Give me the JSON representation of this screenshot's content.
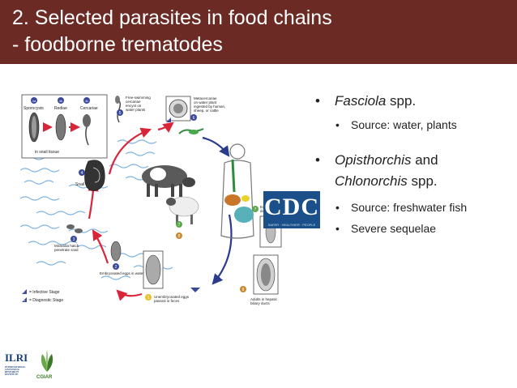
{
  "slide": {
    "title_line1": "2. Selected parasites in food chains",
    "title_line2": "- foodborne trematodes",
    "colors": {
      "header": "#6b2a24",
      "text": "#222222",
      "cdc_blue": "#1a4f8a",
      "arrow_red": "#d8253a",
      "arrow_blue": "#2a3a8c"
    }
  },
  "bullets": [
    {
      "italic": "Fasciola",
      "rest": " spp.",
      "sub": [
        "Source: water, plants"
      ]
    },
    {
      "italic": "Opisthorchis",
      "middle": " and ",
      "italic2": "Chlonorchis",
      "rest": " spp.",
      "sub": [
        "Source: freshwater fish",
        "Severe sequelae"
      ]
    }
  ],
  "bullet_symbol": "•",
  "diagram": {
    "labels": {
      "sporocysts": "Sporocysts",
      "rediae": "Rediae",
      "cercariae": "Cercariae",
      "in_snail": "in snail tissue",
      "free_swim": [
        "Free-swimming",
        "cercariae",
        "encyst on",
        "water plants"
      ],
      "metacercariae": [
        "Metacercariae",
        "on water plant",
        "ingested by human,",
        "sheep, or cattle"
      ],
      "snail": "Snail",
      "miracidia": [
        "Miracidia hatch",
        "penetrate snail"
      ],
      "embryonated": "Embryonated eggs in water",
      "unembryonated": [
        "Unembryonated eggs",
        "passed in feces"
      ],
      "excyst": [
        "Excyst in",
        "duodenum"
      ],
      "adults": [
        "Adults in hepatic",
        "biliary ducts"
      ],
      "legend_infective": "= Infective Stage",
      "legend_diagnostic": "= Diagnostic Stage"
    },
    "stage_numbers": {
      "s4a": "4a",
      "s4b": "4b",
      "s4c": "4c",
      "s5": "5",
      "s6": "6",
      "s4": "4",
      "s3": "3",
      "s2": "2",
      "s1": "1",
      "s7": "7",
      "s8": "8",
      "s7b": "7",
      "s8b": "8"
    },
    "markers": {
      "infective": "i",
      "diagnostic": "d"
    }
  },
  "cdc": {
    "logo": "CDC",
    "tagline": "SAFER · HEALTHIER · PEOPLE"
  },
  "footer": {
    "ilri": "ILRI",
    "ilri_sub": "INTERNATIONAL LIVESTOCK RESEARCH INSTITUTE",
    "cgiar": "CGIAR"
  }
}
